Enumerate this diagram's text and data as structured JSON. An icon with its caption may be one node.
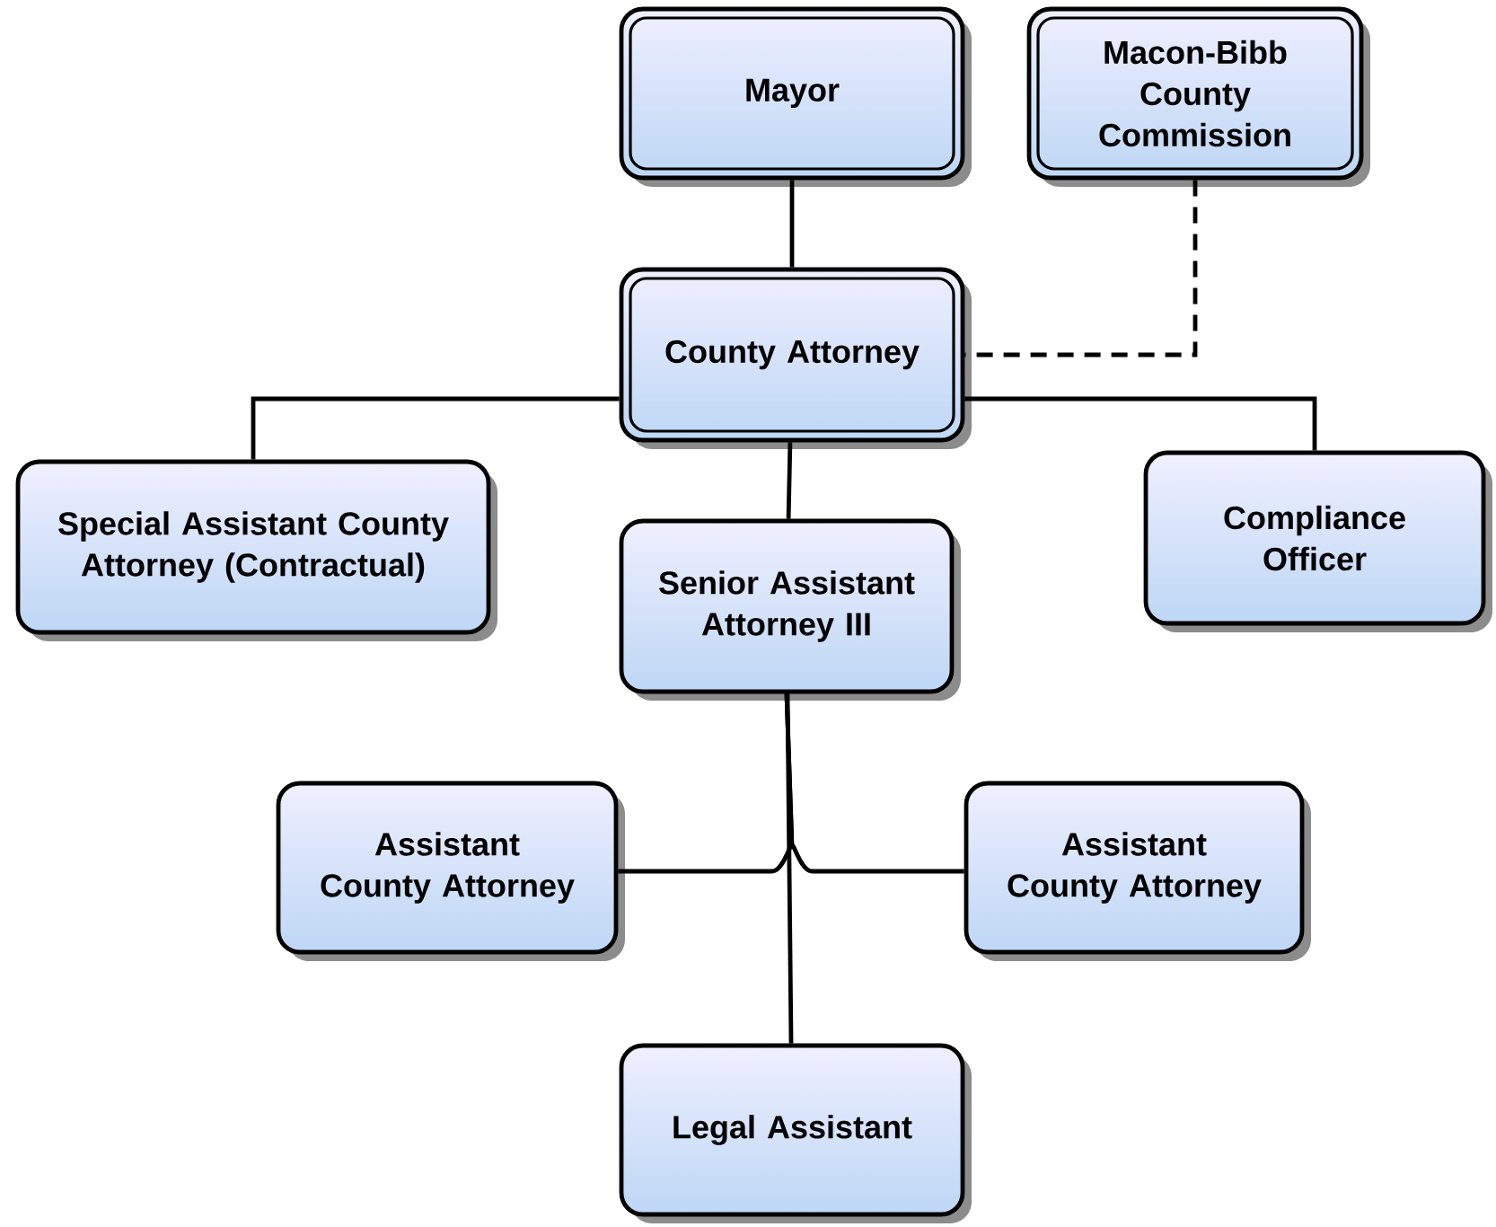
{
  "diagram": {
    "nodes": [
      {
        "text": [
          "Mayor"
        ]
      },
      {
        "text": [
          "Macon-Bibb County Commission"
        ]
      },
      {
        "text": [
          "County Attorney"
        ]
      },
      {
        "text": [
          "Special Assistant County Attorney (Contractual)"
        ]
      },
      {
        "text": [
          "Compliance Officer"
        ]
      },
      {
        "text": [
          "Senior Assistant Attorney III"
        ]
      },
      {
        "text": [
          "Assistant County Attorney"
        ]
      },
      {
        "text": [
          "Assistant County Attorney"
        ]
      },
      {
        "text": [
          "Legal Assistant"
        ]
      }
    ],
    "edges": [
      {
        "from": 0,
        "to": 2,
        "arrow": "none"
      },
      {
        "from": 1,
        "to": 2,
        "arrow": "none",
        "style": "dashed"
      },
      {
        "from": 2,
        "to": 3,
        "arrow": "none"
      },
      {
        "from": 2,
        "to": 4,
        "arrow": "none"
      },
      {
        "from": 2,
        "to": 5,
        "arrow": "none"
      },
      {
        "from": 5,
        "to": 6,
        "arrow": "none"
      },
      {
        "from": 5,
        "to": 7,
        "arrow": "none"
      },
      {
        "from": 5,
        "to": 8,
        "arrow": "none"
      }
    ]
  }
}
